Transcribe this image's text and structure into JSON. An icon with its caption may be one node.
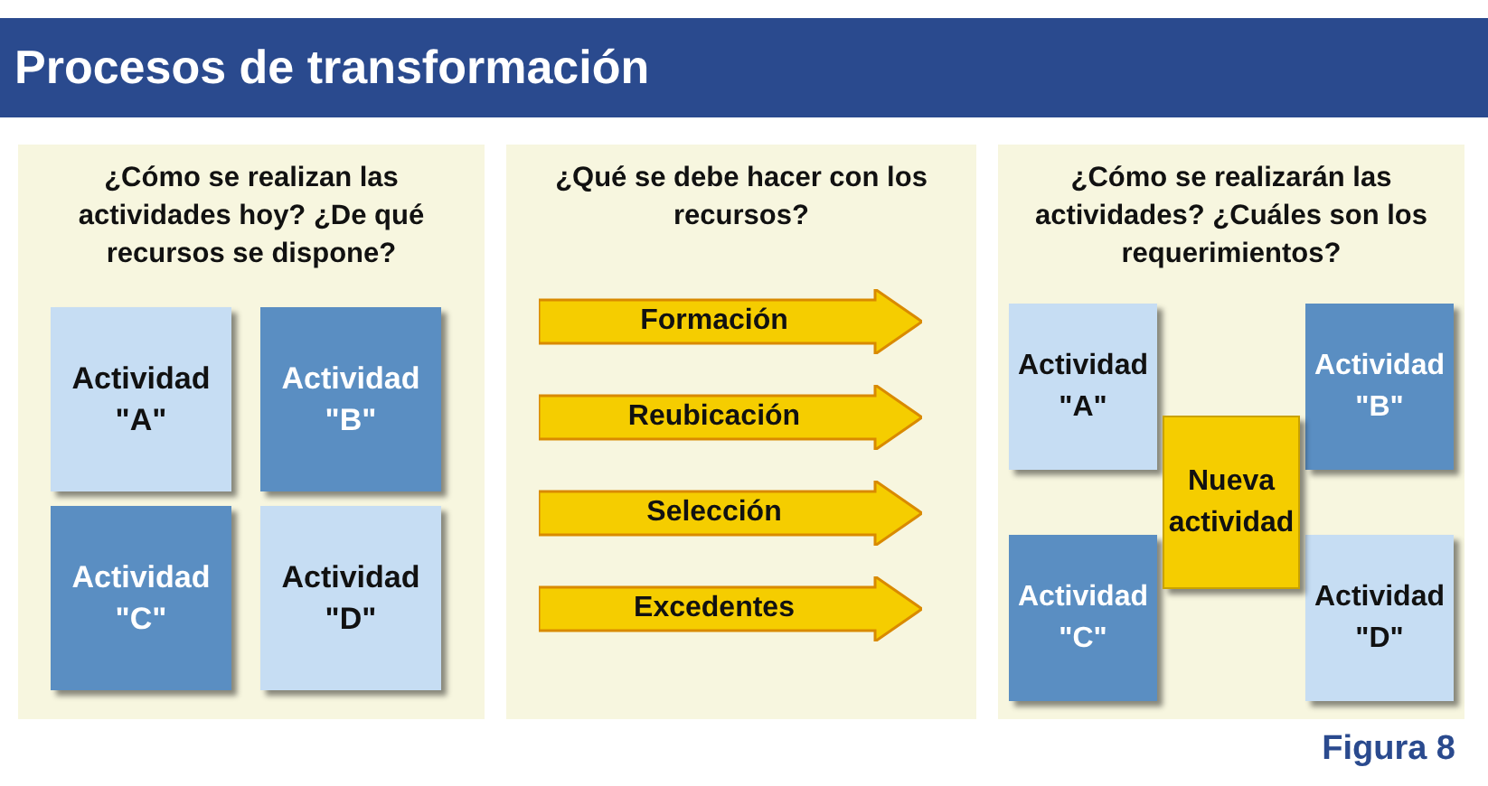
{
  "diagram": {
    "title": "Procesos de transformación",
    "caption": "Figura 8",
    "nodes": [
      {
        "text": [
          "¿Cómo se realizan las actividades hoy? ¿De qué recursos se dispone?"
        ]
      },
      {
        "text": [
          "Actividad \"A\""
        ],
        "in": 0
      },
      {
        "text": [
          "Actividad \"B\""
        ],
        "in": 0
      },
      {
        "text": [
          "Actividad \"C\""
        ],
        "in": 0
      },
      {
        "text": [
          "Actividad \"D\""
        ],
        "in": 0
      },
      {
        "text": [
          "¿Qué se debe hacer con los recursos?"
        ]
      },
      {
        "text": [
          "Formación"
        ],
        "in": 5
      },
      {
        "text": [
          "Reubicación"
        ],
        "in": 5
      },
      {
        "text": [
          "Selección"
        ],
        "in": 5
      },
      {
        "text": [
          "Excedentes"
        ],
        "in": 5
      },
      {
        "text": [
          "¿Cómo se realizarán las actividades? ¿Cuáles son los requerimientos?"
        ]
      },
      {
        "text": [
          "Actividad \"A\""
        ],
        "in": 10
      },
      {
        "text": [
          "Actividad \"B\""
        ],
        "in": 10
      },
      {
        "text": [
          "Actividad \"C\""
        ],
        "in": 10
      },
      {
        "text": [
          "Actividad \"D\""
        ],
        "in": 10
      },
      {
        "text": [
          "Nueva actividad"
        ],
        "in": 10
      }
    ]
  }
}
